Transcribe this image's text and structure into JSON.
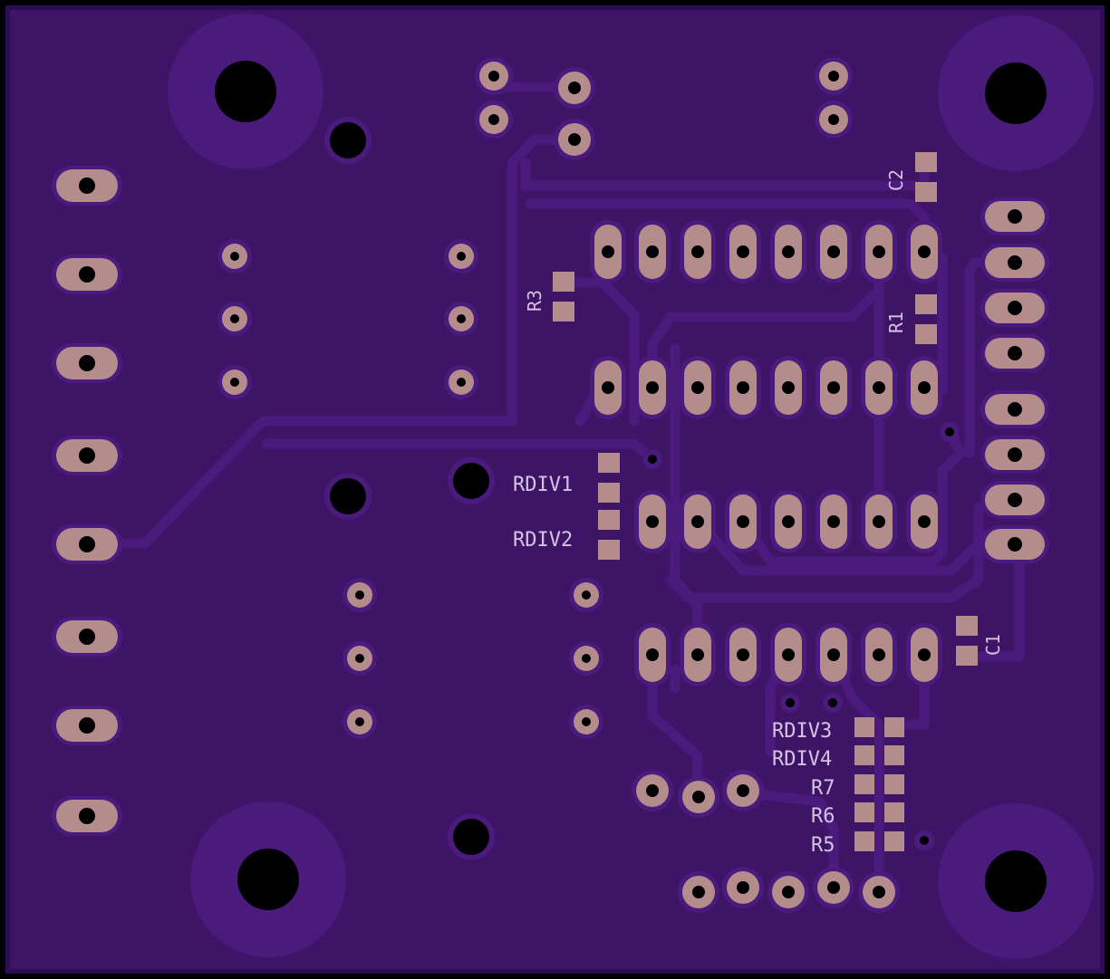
{
  "board": {
    "colors": {
      "outer_frame": "#000000",
      "board_edge": "#2a0d54",
      "board_fill": "#3d1466",
      "copper_region": "#4a1a7c",
      "trace": "#4a1a7c",
      "pad": "#b58c8c",
      "pad_ring": "#4a1a7c",
      "drill": "#000000",
      "silkscreen": "#d4c3e2"
    },
    "silkscreen_labels": {
      "c2": "C2",
      "r3": "R3",
      "r1": "R1",
      "rdiv1": "RDIV1",
      "rdiv2": "RDIV2",
      "c1": "C1",
      "rdiv3": "RDIV3",
      "rdiv4": "RDIV4",
      "r7": "R7",
      "r6": "R6",
      "r5": "R5"
    }
  }
}
